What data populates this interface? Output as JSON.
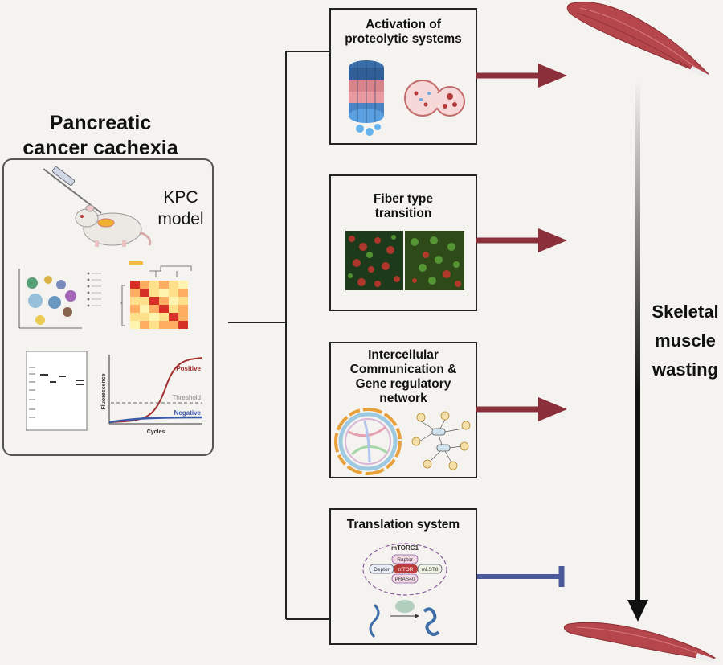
{
  "left": {
    "title_line1": "Pancreatic",
    "title_line2": "cancer cachexia",
    "model_line1": "KPC",
    "model_line2": "model",
    "qpcr_positive": "Positive",
    "qpcr_threshold": "Threshold",
    "qpcr_negative": "Negative",
    "qpcr_ylabel": "Fluorescence",
    "qpcr_xlabel": "Cycles"
  },
  "panels": {
    "p1": {
      "line1": "Activation of",
      "line2": "proteolytic systems"
    },
    "p2": {
      "line1": "Fiber type",
      "line2": "transition"
    },
    "p3": {
      "line1": "Intercellular",
      "line2": "Communication &",
      "line3": "Gene regulatory",
      "line4": "network"
    },
    "p4": {
      "line1": "Translation system"
    }
  },
  "mtorc": {
    "title": "mTORC1",
    "raptor": "Raptor",
    "deptor": "Deptor",
    "mtor": "mTOR",
    "mlst8": "mLST8",
    "pras40": "PRAS40"
  },
  "outcome": {
    "line1": "Skeletal",
    "line2": "muscle",
    "line3": "wasting"
  },
  "colors": {
    "arrow_red": "#8b2f3a",
    "inhibit_blue": "#4a5a9a",
    "muscle": "#b5474c",
    "mtor": "#b93a3a"
  }
}
